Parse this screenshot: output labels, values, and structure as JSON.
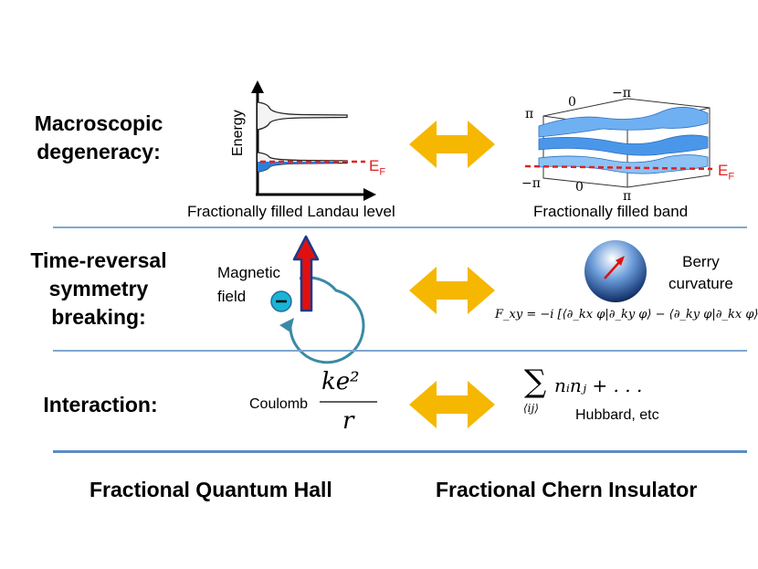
{
  "rows": {
    "degeneracy": {
      "label_line1": "Macroscopic",
      "label_line2": "degeneracy:",
      "left_axis_label": "Energy",
      "fermi_label": "E",
      "fermi_sub": "F",
      "left_caption": "Fractionally filled Landau level",
      "right_caption": "Fractionally filled band",
      "right_fermi_label": "E",
      "right_fermi_sub": "F",
      "tick_pi_top": "−π",
      "tick_zero_top": "0",
      "tick_pi_left": "π",
      "tick_neg_pi_left": "−π",
      "tick_zero_bottom": "0",
      "tick_pi_bottom": "π"
    },
    "trs": {
      "label_line1": "Time-reversal",
      "label_line2": "symmetry",
      "label_line3": "breaking:",
      "magnetic_line1": "Magnetic",
      "magnetic_line2": "field",
      "electron_sign": "−",
      "berry_line1": "Berry",
      "berry_line2": "curvature",
      "formula": "F_xy = −i [⟨∂_kx φ|∂_ky φ⟩ − ⟨∂_ky φ|∂_kx φ⟩]"
    },
    "interaction": {
      "label": "Interaction:",
      "coulomb_label": "Coulomb",
      "coulomb_num": "ke²",
      "coulomb_den": "r",
      "sum_symbol": "∑",
      "sum_index": "⟨ij⟩",
      "hubbard_term": "nᵢnⱼ + . . .",
      "hubbard_label": "Hubbard, etc"
    }
  },
  "footer": {
    "left": "Fractional Quantum Hall",
    "right": "Fractional Chern Insulator"
  },
  "colors": {
    "arrow": "#f5b700",
    "divider": "#7fa7cf",
    "fermi": "#e02020",
    "band_blue": "#3d8ee6",
    "magnet_red": "#e01010",
    "electron": "#19b5d6"
  }
}
